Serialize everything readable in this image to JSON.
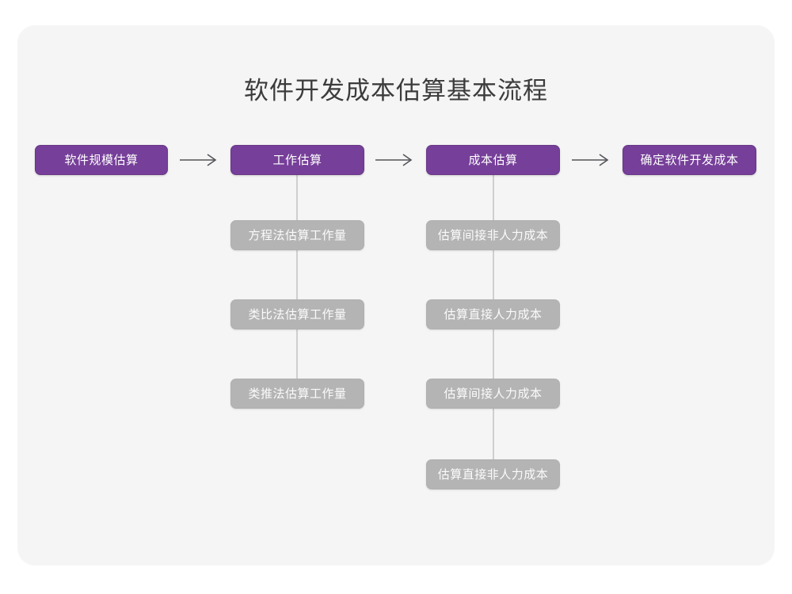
{
  "page": {
    "title": "软件开发成本估算基本流程",
    "background_color": "#ffffff",
    "card_color": "#f5f5f5",
    "accent_color": "#763f99",
    "secondary_color": "#b4b4b4",
    "connector_color": "#cfcfcf",
    "title_color": "#3c3c3c"
  },
  "chart_data": {
    "type": "diagram",
    "title": "软件开发成本估算基本流程",
    "orientation": "left-to-right main flow with vertical sub-steps",
    "stages": [
      {
        "id": "stage-1",
        "label": "软件规模估算",
        "substeps": []
      },
      {
        "id": "stage-2",
        "label": "工作估算",
        "substeps": [
          "方程法估算工作量",
          "类比法估算工作量",
          "类推法估算工作量"
        ]
      },
      {
        "id": "stage-3",
        "label": "成本估算",
        "substeps": [
          "估算间接非人力成本",
          "估算直接人力成本",
          "估算间接人力成本",
          "估算直接非人力成本"
        ]
      },
      {
        "id": "stage-4",
        "label": "确定软件开发成本",
        "substeps": []
      }
    ],
    "connectors": [
      {
        "from": "stage-1",
        "to": "stage-2",
        "glyph": "arrow-right"
      },
      {
        "from": "stage-2",
        "to": "stage-3",
        "glyph": "arrow-right"
      },
      {
        "from": "stage-3",
        "to": "stage-4",
        "glyph": "arrow-right"
      }
    ]
  },
  "flow": {
    "stage_1": {
      "label": "软件规模估算"
    },
    "stage_2": {
      "label": "工作估算",
      "substeps": [
        {
          "label": "方程法估算工作量"
        },
        {
          "label": "类比法估算工作量"
        },
        {
          "label": "类推法估算工作量"
        }
      ]
    },
    "stage_3": {
      "label": "成本估算",
      "substeps": [
        {
          "label": "估算间接非人力成本"
        },
        {
          "label": "估算直接人力成本"
        },
        {
          "label": "估算间接人力成本"
        },
        {
          "label": "估算直接非人力成本"
        }
      ]
    },
    "stage_4": {
      "label": "确定软件开发成本"
    },
    "arrows": {
      "glyph": "arrow-right-icon"
    }
  }
}
